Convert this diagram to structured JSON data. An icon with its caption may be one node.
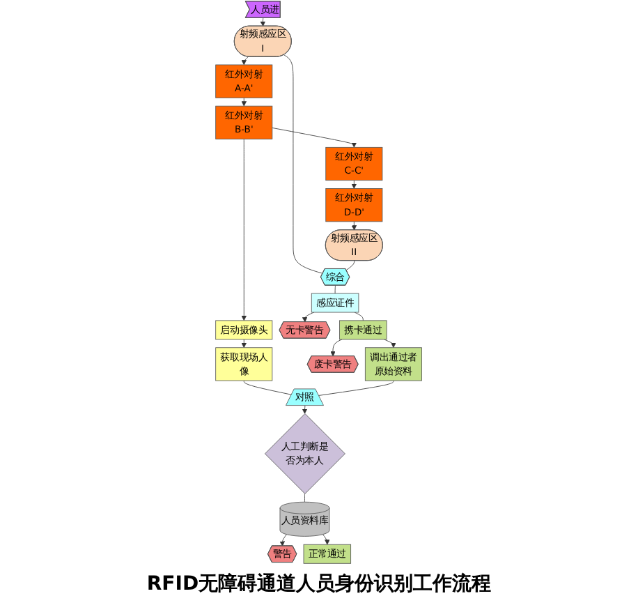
{
  "diagram": {
    "caption": "RFID无障碍通道人员身份识别工作流程",
    "nodes": [
      {
        "text": [
          "人员进"
        ]
      },
      {
        "text": [
          "射频感应区I"
        ]
      },
      {
        "text": [
          "红外对射A-A'"
        ]
      },
      {
        "text": [
          "红外对射B-B'"
        ]
      },
      {
        "text": [
          "红外对射C-C'"
        ]
      },
      {
        "text": [
          "红外对射D-D'"
        ]
      },
      {
        "text": [
          "射频感应区II"
        ]
      },
      {
        "text": [
          "启动摄像头"
        ]
      },
      {
        "text": [
          "获取现场人像"
        ]
      },
      {
        "text": [
          "综合"
        ]
      },
      {
        "text": [
          "对照"
        ]
      },
      {
        "text": [
          "人工判断是否为本人"
        ]
      },
      {
        "text": [
          "无卡警告"
        ]
      },
      {
        "text": [
          "感应证件"
        ]
      },
      {
        "text": [
          "携卡通过"
        ]
      },
      {
        "text": [
          "废卡警告"
        ]
      },
      {
        "text": [
          "调出通过者原始资料"
        ]
      },
      {
        "text": [
          "人员资料库"
        ]
      },
      {
        "text": [
          "警告"
        ]
      },
      {
        "text": [
          "正常通过"
        ]
      }
    ],
    "edges": [
      {
        "from": 0,
        "to": 1,
        "arrow": "to"
      },
      {
        "from": 1,
        "to": 2,
        "arrow": "to"
      },
      {
        "from": 2,
        "to": 3,
        "arrow": "to"
      },
      {
        "from": 3,
        "to": 4,
        "arrow": "to"
      },
      {
        "from": 4,
        "to": 5,
        "arrow": "to"
      },
      {
        "from": 5,
        "to": 6,
        "arrow": "to"
      },
      {
        "from": 3,
        "to": 7,
        "arrow": "to"
      },
      {
        "from": 7,
        "to": 8,
        "arrow": "to"
      },
      {
        "from": 8,
        "to": 10,
        "arrow": "none"
      },
      {
        "from": 10,
        "to": 11,
        "arrow": "to"
      },
      {
        "from": 1,
        "to": 9,
        "arrow": "none"
      },
      {
        "from": 6,
        "to": 9,
        "arrow": "none"
      },
      {
        "from": 9,
        "to": 13,
        "arrow": "none"
      },
      {
        "from": 13,
        "to": 12,
        "arrow": "to"
      },
      {
        "from": 13,
        "to": 14,
        "arrow": "none"
      },
      {
        "from": 14,
        "to": 15,
        "arrow": "to"
      },
      {
        "from": 14,
        "to": 16,
        "arrow": "to"
      },
      {
        "from": 16,
        "to": 10,
        "arrow": "none"
      },
      {
        "from": 11,
        "to": 17,
        "arrow": "none"
      },
      {
        "from": 17,
        "to": 18,
        "arrow": "to"
      },
      {
        "from": 17,
        "to": 19,
        "arrow": "to"
      }
    ]
  }
}
